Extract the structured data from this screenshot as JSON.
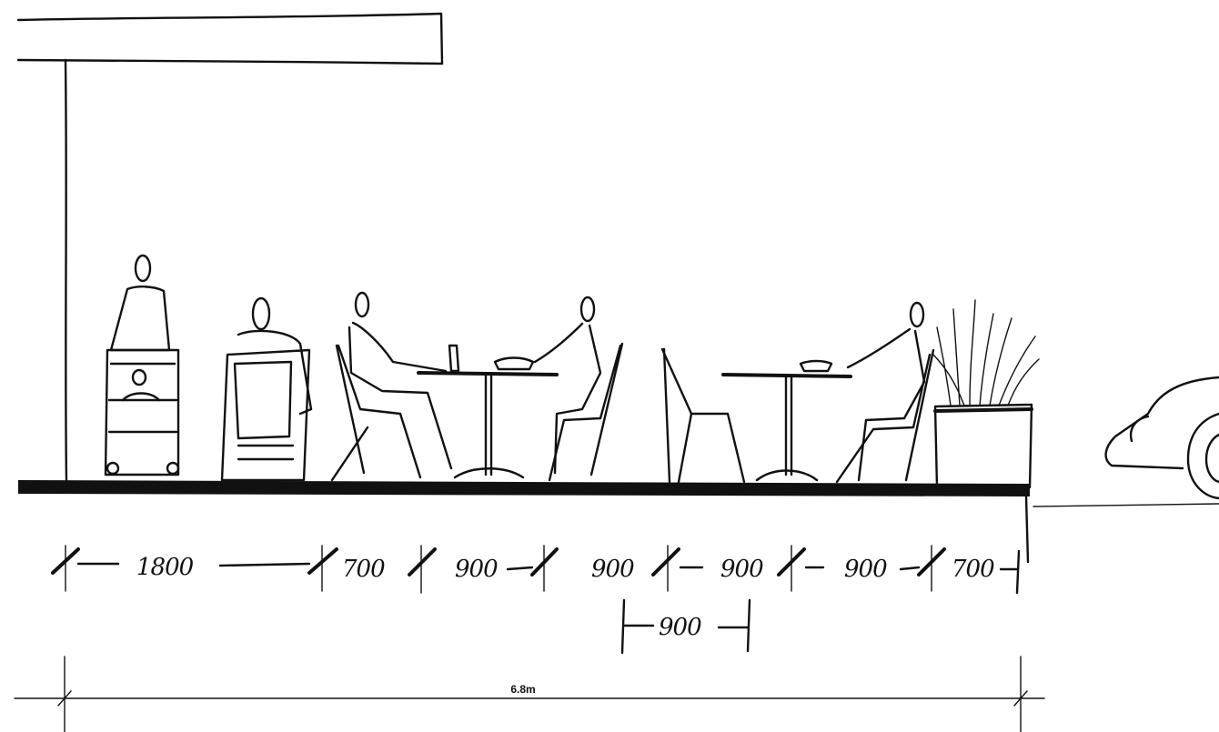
{
  "section": {
    "dimensions": [
      {
        "label": "1800"
      },
      {
        "label": "700"
      },
      {
        "label": "900"
      },
      {
        "label": "900"
      },
      {
        "label": "900"
      },
      {
        "label": "900"
      },
      {
        "label": "700"
      }
    ],
    "sub_dimension": {
      "label": "900"
    },
    "overall_width": {
      "label": "6.8m"
    }
  },
  "colors": {
    "ink": "#111111",
    "paper": "#ffffff"
  }
}
